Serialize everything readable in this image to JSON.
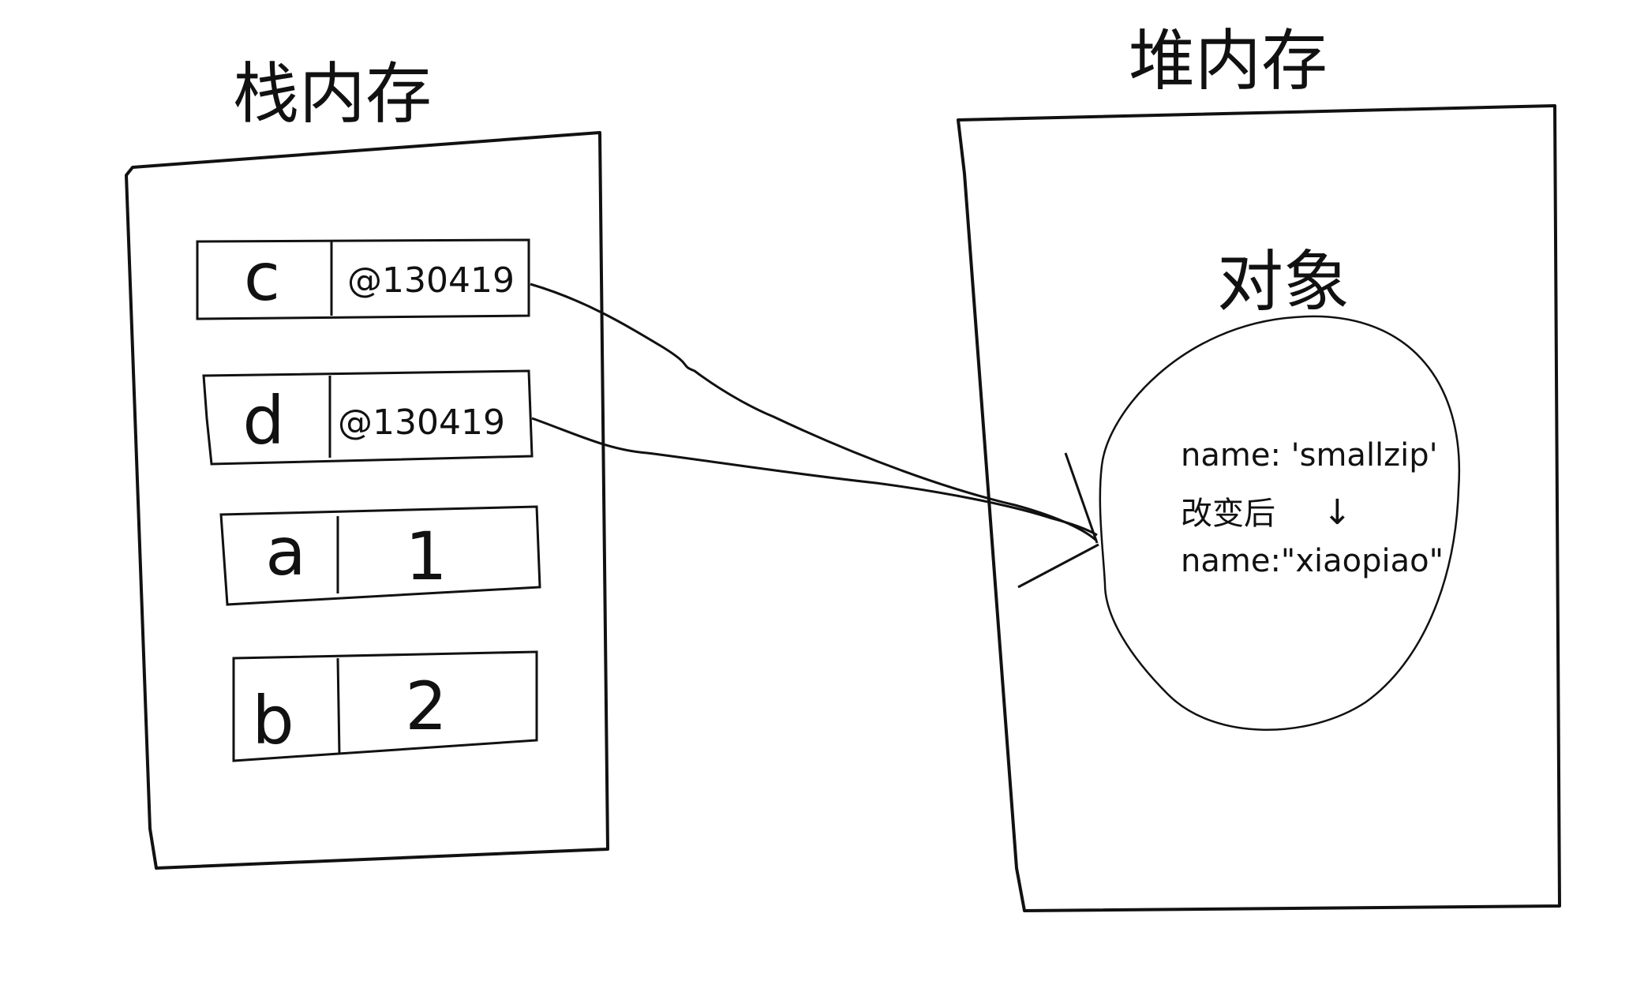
{
  "stack": {
    "title": "栈内存",
    "cells": [
      {
        "name": "c",
        "value": "@130419"
      },
      {
        "name": "d",
        "value": "@130419"
      },
      {
        "name": "a",
        "value": "1"
      },
      {
        "name": "b",
        "value": "2"
      }
    ]
  },
  "heap": {
    "title": "堆内存",
    "object_label": "对象",
    "object_lines": {
      "before": "name: 'smallzip'",
      "changed": "改变后",
      "arrow": "↓",
      "after": "name:\"xiaopiao\""
    }
  },
  "colors": {
    "ink": "#111111",
    "background": "#ffffff"
  }
}
